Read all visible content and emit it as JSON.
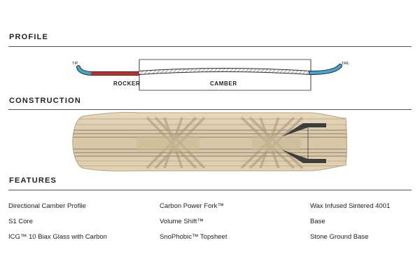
{
  "sections": {
    "profile": "PROFILE",
    "construction": "CONSTRUCTION",
    "features": "FEATURES"
  },
  "profile_diagram": {
    "tip_label": "TIP",
    "tail_label": "TAIL",
    "rocker_label": "ROCKER",
    "camber_label": "CAMBER",
    "colors": {
      "rocker": "#cc2b2b",
      "nose_tail": "#3fa7d6",
      "camber": "#777777"
    }
  },
  "features": [
    {
      "label": "Directional Camber Profile"
    },
    {
      "label": "Carbon Power Fork™"
    },
    {
      "label": "Wax Infused Sintered 4001"
    },
    {
      "label": "S1 Core"
    },
    {
      "label": "Volume Shift™"
    },
    {
      "label": "Base"
    },
    {
      "label": "ICG™ 10 Biax Glass with Carbon"
    },
    {
      "label": "SnoPhobic™ Topsheet"
    },
    {
      "label": "Stone Ground Base"
    }
  ]
}
